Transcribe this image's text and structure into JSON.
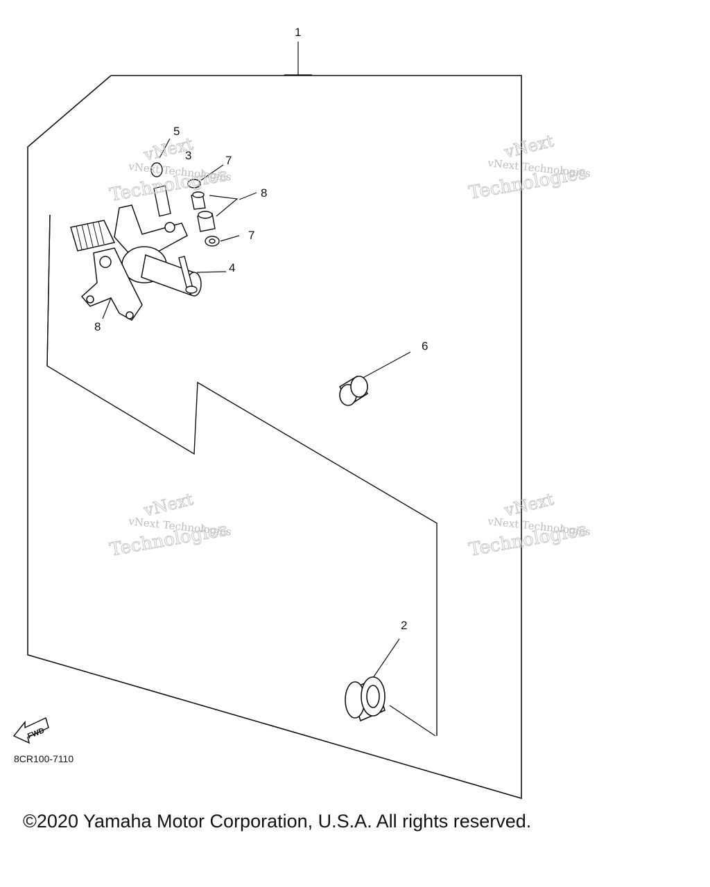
{
  "callouts": [
    {
      "id": "1",
      "text": "1"
    },
    {
      "id": "2",
      "text": "2"
    },
    {
      "id": "3",
      "text": "3"
    },
    {
      "id": "4",
      "text": "4"
    },
    {
      "id": "5",
      "text": "5"
    },
    {
      "id": "6",
      "text": "6"
    },
    {
      "id": "7a",
      "text": "7"
    },
    {
      "id": "7b",
      "text": "7"
    },
    {
      "id": "8a",
      "text": "8"
    },
    {
      "id": "8b",
      "text": "8"
    }
  ],
  "watermark": {
    "line1": "vNext Technologies",
    "line2": "vNext",
    "line3": "Technologies"
  },
  "fwd_label": "FWD",
  "diagram_code": "8CR100-7110",
  "copyright": "©2020 Yamaha Motor Corporation, U.S.A. All rights reserved."
}
